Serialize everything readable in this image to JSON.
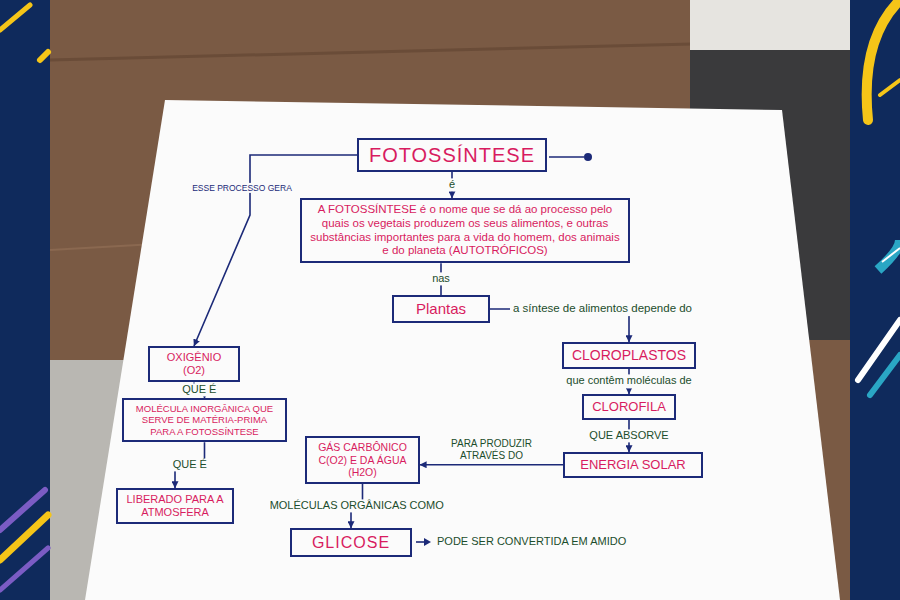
{
  "diagram": {
    "nodes": [
      {
        "text": [
          "FOTOSSÍNTESE"
        ]
      },
      {
        "text": [
          "A FOTOSSÍNTESE é o nome que se dá ao processo pelo quais os vegetais produzem os seus alimentos, e outras substâncias importantes para a vida do homem, dos animais e do planeta (AUTOTRÓFICOS)"
        ]
      },
      {
        "text": [
          "Plantas"
        ]
      },
      {
        "text": [
          "CLOROPLASTOS"
        ]
      },
      {
        "text": [
          "CLOROFILA"
        ]
      },
      {
        "text": [
          "ENERGIA SOLAR"
        ]
      },
      {
        "text": [
          "GÁS CARBÔNICO C(O2) E DA ÁGUA (H2O)"
        ]
      },
      {
        "text": [
          "OXIGÊNIO (O2)"
        ]
      },
      {
        "text": [
          "MOLÉCULA INORGÂNICA QUE SERVE DE MATÉRIA-PRIMA PARA A FOTOSSÍNTESE"
        ]
      },
      {
        "text": [
          "LIBERADO PARA A ATMOSFERA"
        ]
      },
      {
        "text": [
          "GLICOSE"
        ]
      }
    ],
    "edges": [
      {
        "from": 0,
        "to": 1,
        "label": "é",
        "arrow": "to"
      },
      {
        "from": 0,
        "to": 7,
        "label": "ESSE PROCESSO GERA",
        "arrow": "to"
      },
      {
        "from": 1,
        "to": 2,
        "label": "nas",
        "arrow": "none"
      },
      {
        "from": 2,
        "to": 3,
        "label": "a síntese de alimentos depende do",
        "arrow": "to"
      },
      {
        "from": 3,
        "to": 4,
        "label": "que contêm moléculas de",
        "arrow": "to"
      },
      {
        "from": 4,
        "to": 5,
        "label": "QUE ABSORVE",
        "arrow": "to"
      },
      {
        "from": 5,
        "to": 6,
        "label": "PARA PRODUZIR ATRAVÉS DO",
        "arrow": "to"
      },
      {
        "from": 6,
        "to": 10,
        "label": "MOLÉCULAS ORGÂNICAS COMO",
        "arrow": "to"
      },
      {
        "from": 7,
        "to": 8,
        "label": "QUE É",
        "arrow": "to"
      },
      {
        "from": 8,
        "to": 9,
        "label": "QUE É",
        "arrow": "to"
      }
    ],
    "labels": [
      "PODE SER CONVERTIDA EM AMIDO"
    ]
  }
}
